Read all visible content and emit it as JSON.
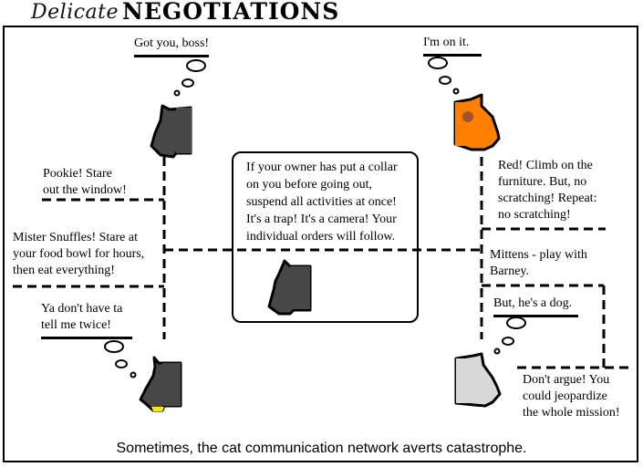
{
  "title": {
    "script_word": "Delicate",
    "main_word": "NEGOTIATIONS"
  },
  "colors": {
    "cat_dark": "#474747",
    "cat_orange": "#ff8000",
    "cat_orange_spot": "#a0522d",
    "cat_light": "#d8d8d8",
    "collar_yellow": "#ffe600"
  },
  "speech": {
    "top_left_cat": "Got you, boss!",
    "top_right_cat": "I'm on it.",
    "bottom_left_cat": [
      "Ya don't have ta",
      "tell me twice!"
    ],
    "bottom_right_cat": "But, he's a dog."
  },
  "orders": {
    "pookie": [
      "Pookie! Stare",
      "out the window!"
    ],
    "mister_snuffles": [
      "Mister Snuffles! Stare at",
      "your food bowl for hours,",
      "then eat everything!"
    ],
    "red": [
      "Red! Climb on the",
      "furniture. But, no",
      "scratching! Repeat:",
      "no scratching!"
    ],
    "mittens": [
      "Mittens - play with",
      "Barney."
    ],
    "dont_argue": [
      "Don't argue! You",
      "could jeopardize",
      "the whole mission!"
    ]
  },
  "boss_message": [
    "If your owner has put a collar",
    "on you before going out,",
    "suspend all activities at once!",
    "It's a trap! It's a camera! Your",
    "individual orders will follow."
  ],
  "caption": "Sometimes, the cat communication network averts catastrophe."
}
